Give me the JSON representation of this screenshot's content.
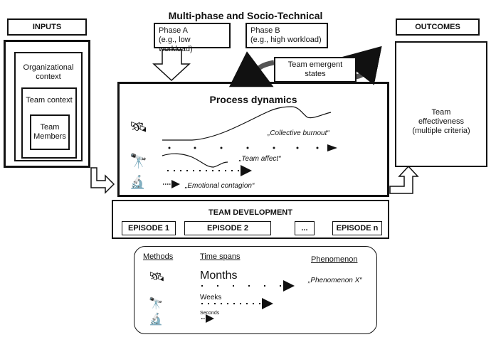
{
  "title": "Multi-phase and Socio-Technical",
  "inputs": {
    "header": "INPUTS",
    "organizational_context": "Organizational context",
    "team_context": "Team context",
    "team_members": "Team Members"
  },
  "phases": [
    {
      "label": "Phase A",
      "detail": "(e.g., low workload)"
    },
    {
      "label": "Phase B",
      "detail": "(e.g., high workload)"
    }
  ],
  "emergent_states": "Team emergent states",
  "outcomes": {
    "header": "OUTCOMES",
    "text": "Team effectiveness (multiple criteria)"
  },
  "process": {
    "title": "Process dynamics",
    "phenomena": [
      "„Collective burnout“",
      "„Team affect“",
      "„Emotional contagion“"
    ],
    "icons": [
      "satellite-icon",
      "telescope-icon",
      "microscope-icon"
    ]
  },
  "development": {
    "title": "TEAM DEVELOPMENT",
    "episodes": [
      "EPISODE 1",
      "EPISODE 2",
      "...",
      "EPISODE n"
    ]
  },
  "legend": {
    "methods": "Methods",
    "time_spans": "Time spans",
    "phenomenon": "Phenomenon",
    "spans": [
      "Months",
      "Weeks",
      "Seconds"
    ],
    "phenomenon_example": "„Phenomenon X“"
  }
}
